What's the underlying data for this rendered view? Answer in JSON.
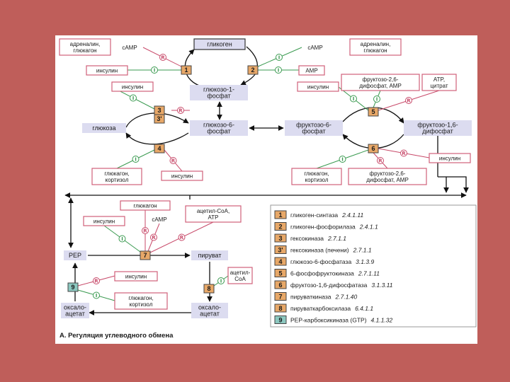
{
  "caption": "А. Регуляция углеводного обмена",
  "colors": {
    "background": "#bf5e5a",
    "regulator_border": "#d0607a",
    "metabolite_fill": "#dcdcf0",
    "enzyme_fill": "#e8a868",
    "enzyme_alt_fill": "#8cc8c0",
    "activation": "#3a9a50",
    "inhibition": "#c84a6a"
  },
  "regulators": {
    "adrenaline_left": "адреналин,\nглюкагон",
    "adrenaline_right": "адреналин,\nглюкагон",
    "camp_left": "cAMP",
    "camp_right": "cAMP",
    "insulin_top": "инсулин",
    "amp": "AMP",
    "insulin_mid": "инсулин",
    "insulin_right": "инсулин",
    "fructose26_top": "фруктозо-2,6-\nдифосфат, AMP",
    "atp_citrate": "ATP,\nцитрат",
    "insulin_right2": "инсулин",
    "glucagon_cortisol_left": "глюкагон,\nкортизол",
    "insulin_lower": "инсулин",
    "glucagon_cortisol_right": "глюкагон,\nкортизол",
    "fructose26_bottom": "фруктозо-2,6-\nдифосфат, AMP",
    "glucagon_pk": "глюкагон",
    "insulin_pk": "инсулин",
    "camp_pk": "cAMP",
    "acetyl_atp": "ацетил-CoA,\nATP",
    "insulin_pepck": "инсулин",
    "glucagon_cortisol_pepck": "глюкагон,\nкортизол",
    "acetyl_coa": "ацетил-\nCoA"
  },
  "metabolites": {
    "glycogen": "гликоген",
    "g1p": "глюкозо-1-\nфосфат",
    "g6p": "глюкозо-6-\nфосфат",
    "glucose": "глюкоза",
    "f6p": "фруктозо-6-\nфосфат",
    "f16bp": "фруктозо-1,6-\nдифосфат",
    "pep": "PEP",
    "pyruvate": "пируват",
    "oxaloacetate_left": "оксало-\nацетат",
    "oxaloacetate_right": "оксало-\nацетат"
  },
  "enzyme_nodes": [
    "1",
    "2",
    "3",
    "3'",
    "4",
    "5",
    "6",
    "7",
    "8",
    "9"
  ],
  "legend": [
    {
      "num": "1",
      "name": "гликоген-синтаза",
      "ec": "2.4.1.11"
    },
    {
      "num": "2",
      "name": "гликоген-фосфорилаза",
      "ec": "2.4.1.1"
    },
    {
      "num": "3",
      "name": "гексокиназа",
      "ec": "2.7.1.1"
    },
    {
      "num": "3'",
      "name": "гексокиназа (печени)",
      "ec": "2.7.1.1"
    },
    {
      "num": "4",
      "name": "глюкозо-6-фосфатаза",
      "ec": "3.1.3.9"
    },
    {
      "num": "5",
      "name": "6-фосфофруктокиназа",
      "ec": "2.7.1.11"
    },
    {
      "num": "6",
      "name": "фруктозо-1,6-дифосфатаза",
      "ec": "3.1.3.11"
    },
    {
      "num": "7",
      "name": "пируваткиназа",
      "ec": "2.7.1.40"
    },
    {
      "num": "8",
      "name": "пируваткарбоксилаза",
      "ec": "6.4.1.1"
    },
    {
      "num": "9",
      "name": "PEP-карбоксикиназа (GTP)",
      "ec": "4.1.1.32"
    }
  ]
}
